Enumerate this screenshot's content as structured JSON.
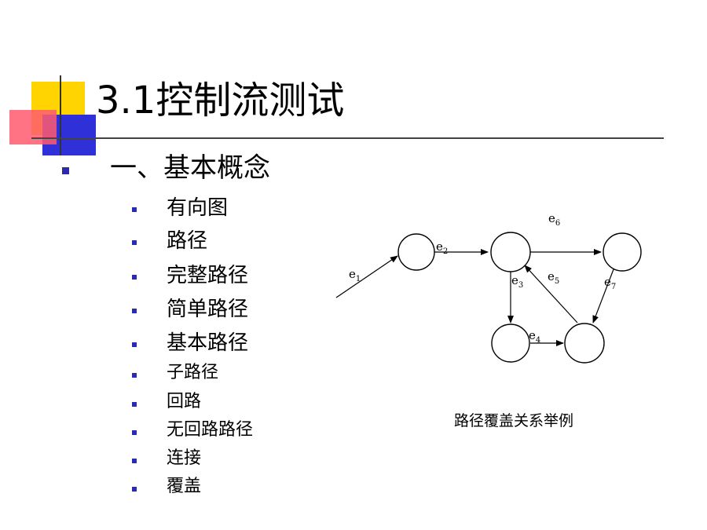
{
  "slide": {
    "title": "3.1控制流测试",
    "section": "一、基本概念",
    "items": [
      "有向图",
      "路径",
      "完整路径",
      "简单路径",
      "基本路径",
      "子路径",
      "回路",
      "无回路路径",
      "连接",
      "覆盖"
    ]
  },
  "diagram": {
    "edges": [
      {
        "base": "e",
        "sub": "1"
      },
      {
        "base": "e",
        "sub": "2"
      },
      {
        "base": "e",
        "sub": "3"
      },
      {
        "base": "e",
        "sub": "4"
      },
      {
        "base": "e",
        "sub": "5"
      },
      {
        "base": "e",
        "sub": "6"
      },
      {
        "base": "e",
        "sub": "7"
      }
    ],
    "caption": "路径覆盖关系举例"
  }
}
